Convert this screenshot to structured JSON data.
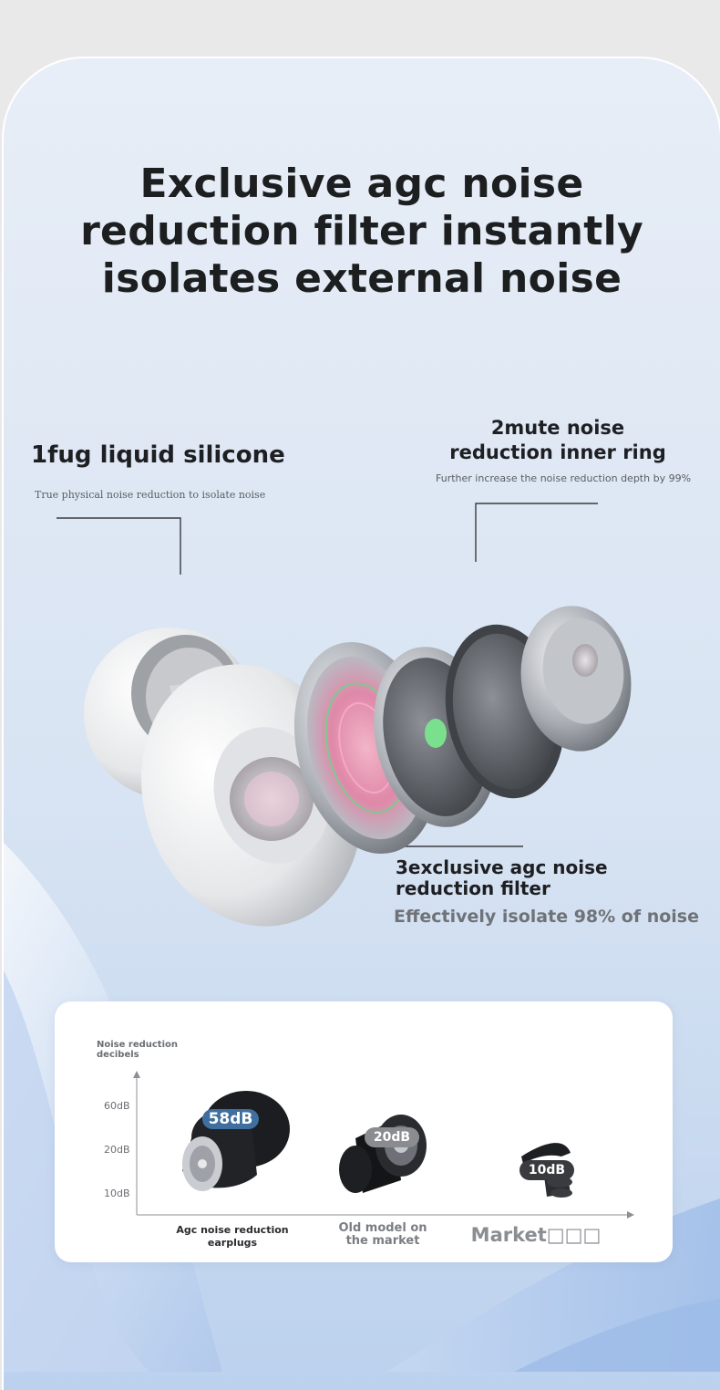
{
  "title": {
    "line1": "Exclusive agc noise",
    "line2": "reduction filter instantly",
    "line3": "isolates external noise"
  },
  "features": {
    "f1": {
      "heading": "1fug liquid silicone",
      "sub": "True physical noise reduction to isolate noise"
    },
    "f2": {
      "heading_line1": "2mute noise",
      "heading_line2": "reduction inner ring",
      "sub": "Further increase the noise reduction depth by 99%"
    },
    "f3": {
      "heading_line1": "3exclusive agc noise",
      "heading_line2": "reduction filter",
      "sub": "Effectively isolate 98% of noise"
    }
  },
  "comparison": {
    "axis_label_line1": "Noise reduction",
    "axis_label_line2": "decibels",
    "ticks": [
      "60dB",
      "20dB",
      "10dB"
    ],
    "items": [
      {
        "badge": "58dB",
        "label_line1": "Agc noise reduction",
        "label_line2": "earplugs",
        "badge_color": "#3f6f9f"
      },
      {
        "badge": "20dB",
        "label_line1": "Old model on",
        "label_line2": "the market",
        "badge_color": "#8a8c90"
      },
      {
        "badge": "10dB",
        "label_line1": "Market□□□",
        "label_line2": "",
        "badge_color": "#3a3b3e"
      }
    ]
  },
  "colors": {
    "title": "#1d1e20",
    "badge_primary": "#3f6f9f"
  }
}
